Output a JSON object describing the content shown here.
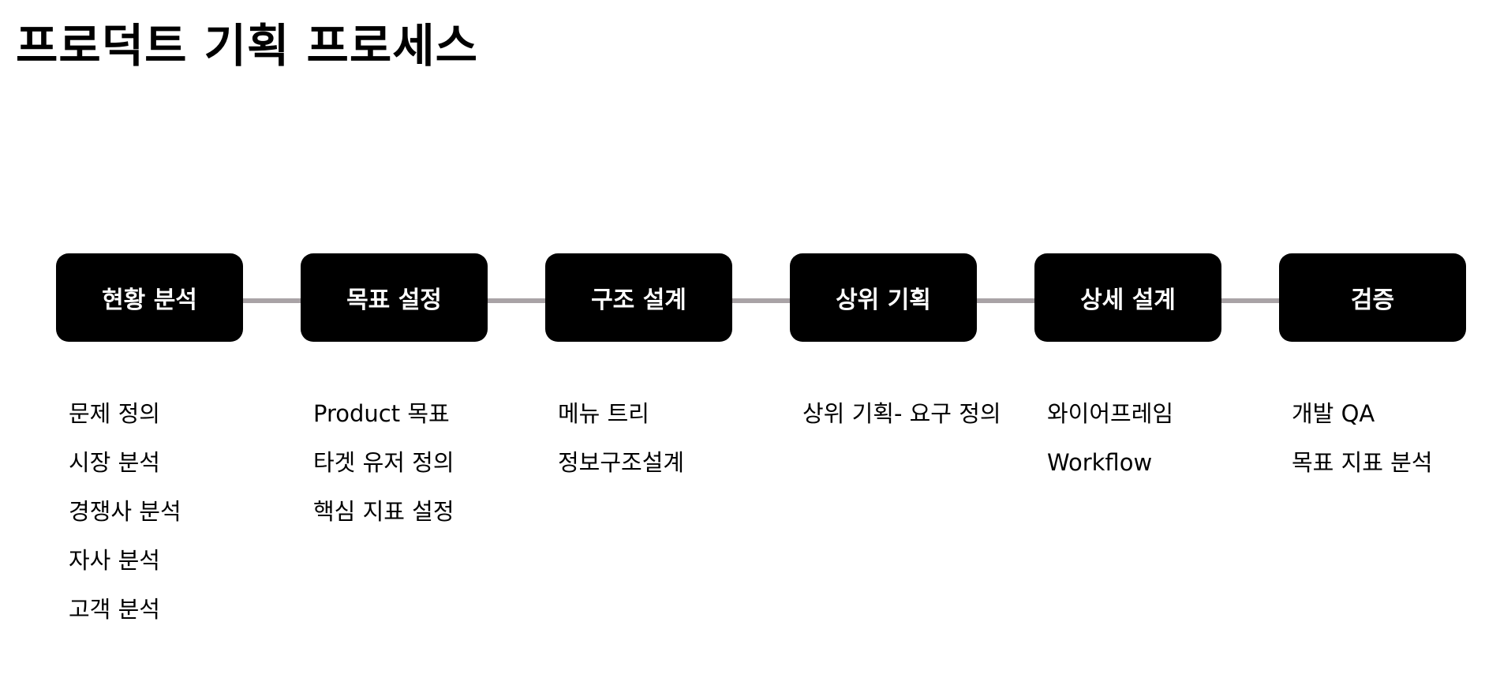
{
  "title": "프로덕트 기획 프로세스",
  "colors": {
    "box": "#000000",
    "box_text": "#ffffff",
    "connector": "#a9a3a6",
    "text": "#000000"
  },
  "stages": [
    {
      "label": "현황 분석",
      "items": [
        "문제 정의",
        "시장 분석",
        "경쟁사 분석",
        "자사 분석",
        "고객 분석"
      ]
    },
    {
      "label": "목표 설정",
      "items": [
        "Product 목표",
        "타겟 유저 정의",
        "핵심 지표 설정"
      ]
    },
    {
      "label": "구조 설계",
      "items": [
        "메뉴 트리",
        "정보구조설계"
      ]
    },
    {
      "label": "상위 기획",
      "items": [
        "상위 기획- 요구 정의"
      ]
    },
    {
      "label": "상세 설계",
      "items": [
        "와이어프레임",
        "Workflow"
      ]
    },
    {
      "label": "검증",
      "items": [
        "개발 QA",
        "목표 지표 분석"
      ]
    }
  ]
}
